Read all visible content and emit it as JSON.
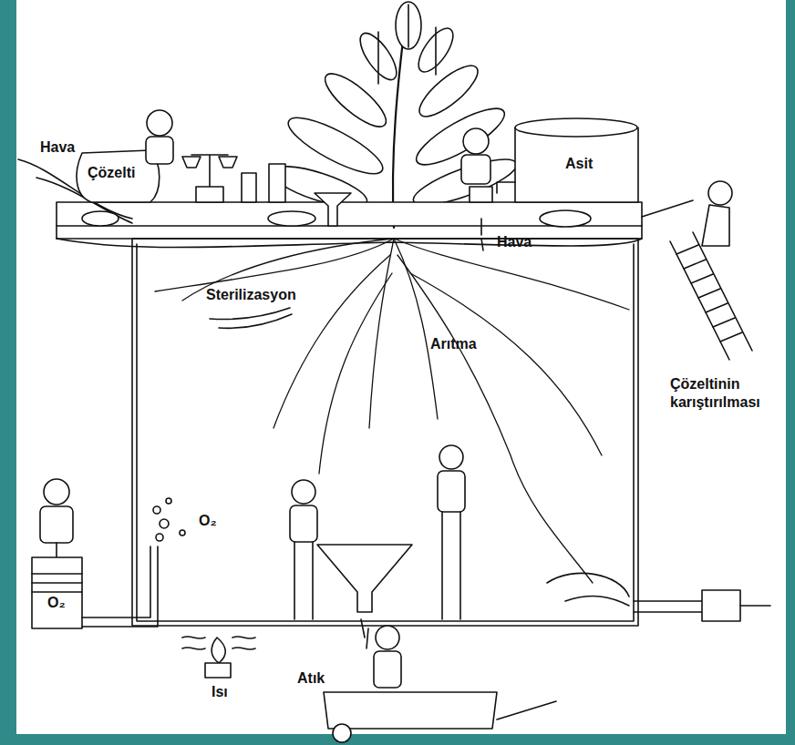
{
  "diagram": {
    "labels": [
      "Çözelti",
      "Hava",
      "Asit",
      "Hava",
      "Sterilizasyon",
      "Arıtma",
      "Çözeltinin karıştırılması",
      "O₂",
      "O₂",
      "Isı",
      "Atık"
    ]
  }
}
